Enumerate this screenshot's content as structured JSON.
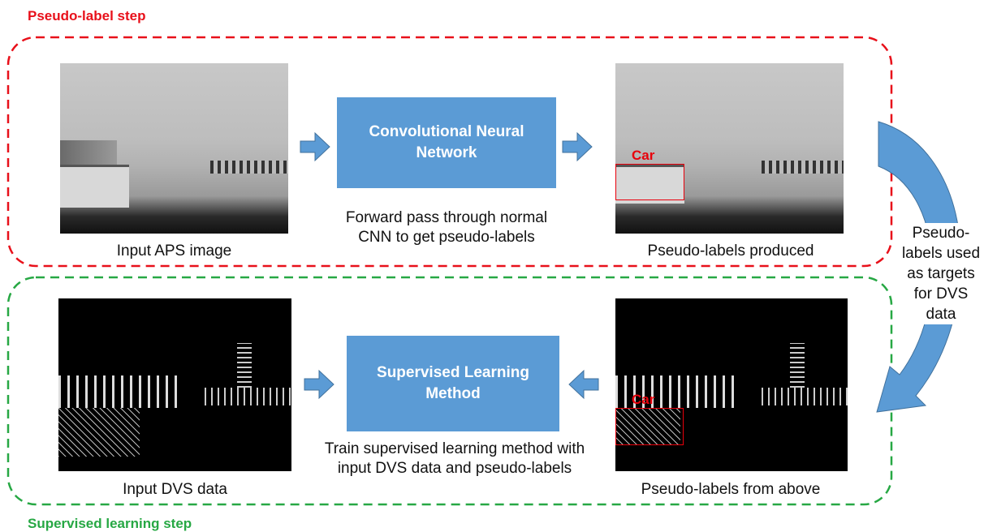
{
  "colors": {
    "pseudo_label_border": "#e8101a",
    "supervised_border": "#27a844",
    "box_fill": "#5b9bd5",
    "arrow_fill": "#5b9bd5",
    "car_label": "#e8000b"
  },
  "pseudo_label_step": {
    "title": "Pseudo-label step",
    "input_caption": "Input APS image",
    "cnn_box": "Convolutional Neural Network",
    "cnn_caption_line1": "Forward pass through normal",
    "cnn_caption_line2": "CNN to get pseudo-labels",
    "output_caption": "Pseudo-labels produced",
    "car_label": "Car"
  },
  "supervised_step": {
    "title": "Supervised learning step",
    "input_caption": "Input DVS data",
    "method_box": "Supervised Learning Method",
    "method_caption_line1": "Train supervised learning method with",
    "method_caption_line2": "input DVS data and pseudo-labels",
    "labels_caption": "Pseudo-labels from above",
    "car_label": "Car"
  },
  "connector": {
    "line1": "Pseudo-",
    "line2": "labels used",
    "line3": "as targets",
    "line4": "for DVS",
    "line5": "data"
  }
}
